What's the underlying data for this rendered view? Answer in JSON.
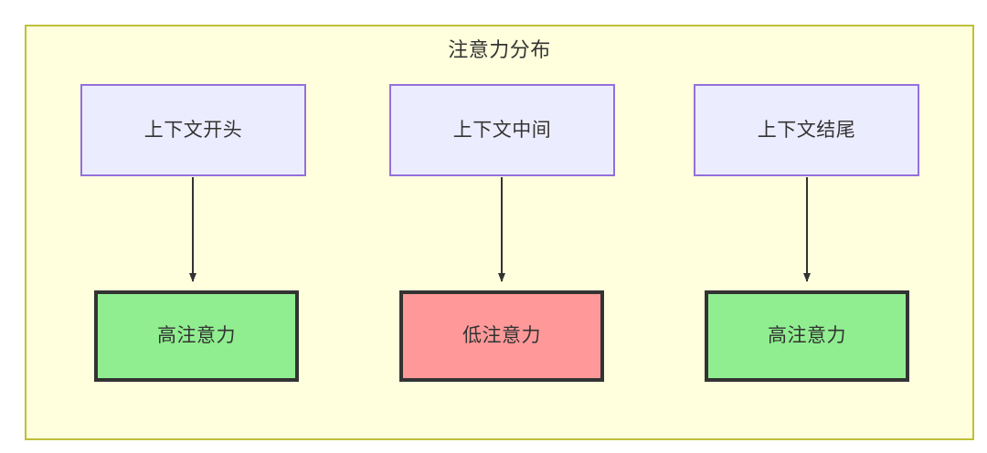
{
  "diagram": {
    "title": "注意力分布",
    "background_color": "#ffffff",
    "container_fill": "#ffffdd",
    "container_border": "#bfbf38",
    "text_color": "#333333",
    "nodes": [
      {
        "id": "ctx-start",
        "label": "上下文开头",
        "row": "top",
        "fill": "#ececff",
        "border": "#9370db"
      },
      {
        "id": "ctx-mid",
        "label": "上下文中间",
        "row": "top",
        "fill": "#ececff",
        "border": "#9370db"
      },
      {
        "id": "ctx-end",
        "label": "上下文结尾",
        "row": "top",
        "fill": "#ececff",
        "border": "#9370db"
      },
      {
        "id": "attn-high-start",
        "label": "高注意力",
        "row": "bottom",
        "fill": "#90ee90",
        "border": "#333333"
      },
      {
        "id": "attn-low-mid",
        "label": "低注意力",
        "row": "bottom",
        "fill": "#ff9999",
        "border": "#333333"
      },
      {
        "id": "attn-high-end",
        "label": "高注意力",
        "row": "bottom",
        "fill": "#90ee90",
        "border": "#333333"
      }
    ],
    "edges": [
      {
        "from": "ctx-start",
        "to": "attn-high-start",
        "label": "",
        "arrow": "filled-triangle"
      },
      {
        "from": "ctx-mid",
        "to": "attn-low-mid",
        "label": "",
        "arrow": "filled-triangle"
      },
      {
        "from": "ctx-end",
        "to": "attn-high-end",
        "label": "",
        "arrow": "filled-triangle"
      }
    ]
  }
}
